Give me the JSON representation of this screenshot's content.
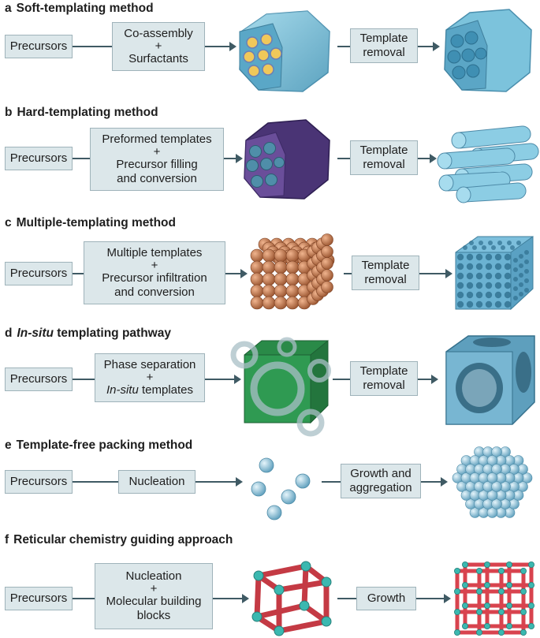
{
  "sections": [
    {
      "letter": "a",
      "title": "Soft-templating method",
      "precursors": "Precursors",
      "step_lines": [
        "Co-assembly",
        "+",
        "Surfactants"
      ],
      "step2_lines": [
        "Template",
        "removal"
      ]
    },
    {
      "letter": "b",
      "title": "Hard-templating method",
      "precursors": "Precursors",
      "step_lines": [
        "Preformed templates",
        "+",
        "Precursor filling",
        "and conversion"
      ],
      "step2_lines": [
        "Template",
        "removal"
      ]
    },
    {
      "letter": "c",
      "title": "Multiple-templating method",
      "precursors": "Precursors",
      "step_lines": [
        "Multiple templates",
        "+",
        "Precursor infiltration",
        "and conversion"
      ],
      "step2_lines": [
        "Template",
        "removal"
      ]
    },
    {
      "letter": "d",
      "title_italic": "In-situ",
      "title": " templating pathway",
      "precursors": "Precursors",
      "step_lines": [
        "Phase separation",
        "+"
      ],
      "step_italic": "In-situ",
      "step_after_italic": " templates",
      "step2_lines": [
        "Template",
        "removal"
      ]
    },
    {
      "letter": "e",
      "title": "Template-free packing method",
      "precursors": "Precursors",
      "step_lines": [
        "Nucleation"
      ],
      "step2_lines": [
        "Growth and",
        "aggregation"
      ]
    },
    {
      "letter": "f",
      "title": "Reticular chemistry guiding approach",
      "precursors": "Precursors",
      "step_lines": [
        "Nucleation",
        "+",
        "Molecular building",
        "blocks"
      ],
      "step2_lines": [
        "Growth"
      ]
    }
  ],
  "colors": {
    "box_fill": "#dce7ea",
    "arrow": "#3f5a64",
    "hex_blue": "#6fb8d6",
    "hard_purple": "#5a3e86",
    "sphere_copper": "#c77a4e",
    "cube_green": "#2f9a52",
    "sphere_blue": "#8fc8e0",
    "mof_red": "#d8434e",
    "mof_node": "#3bb8b0"
  }
}
